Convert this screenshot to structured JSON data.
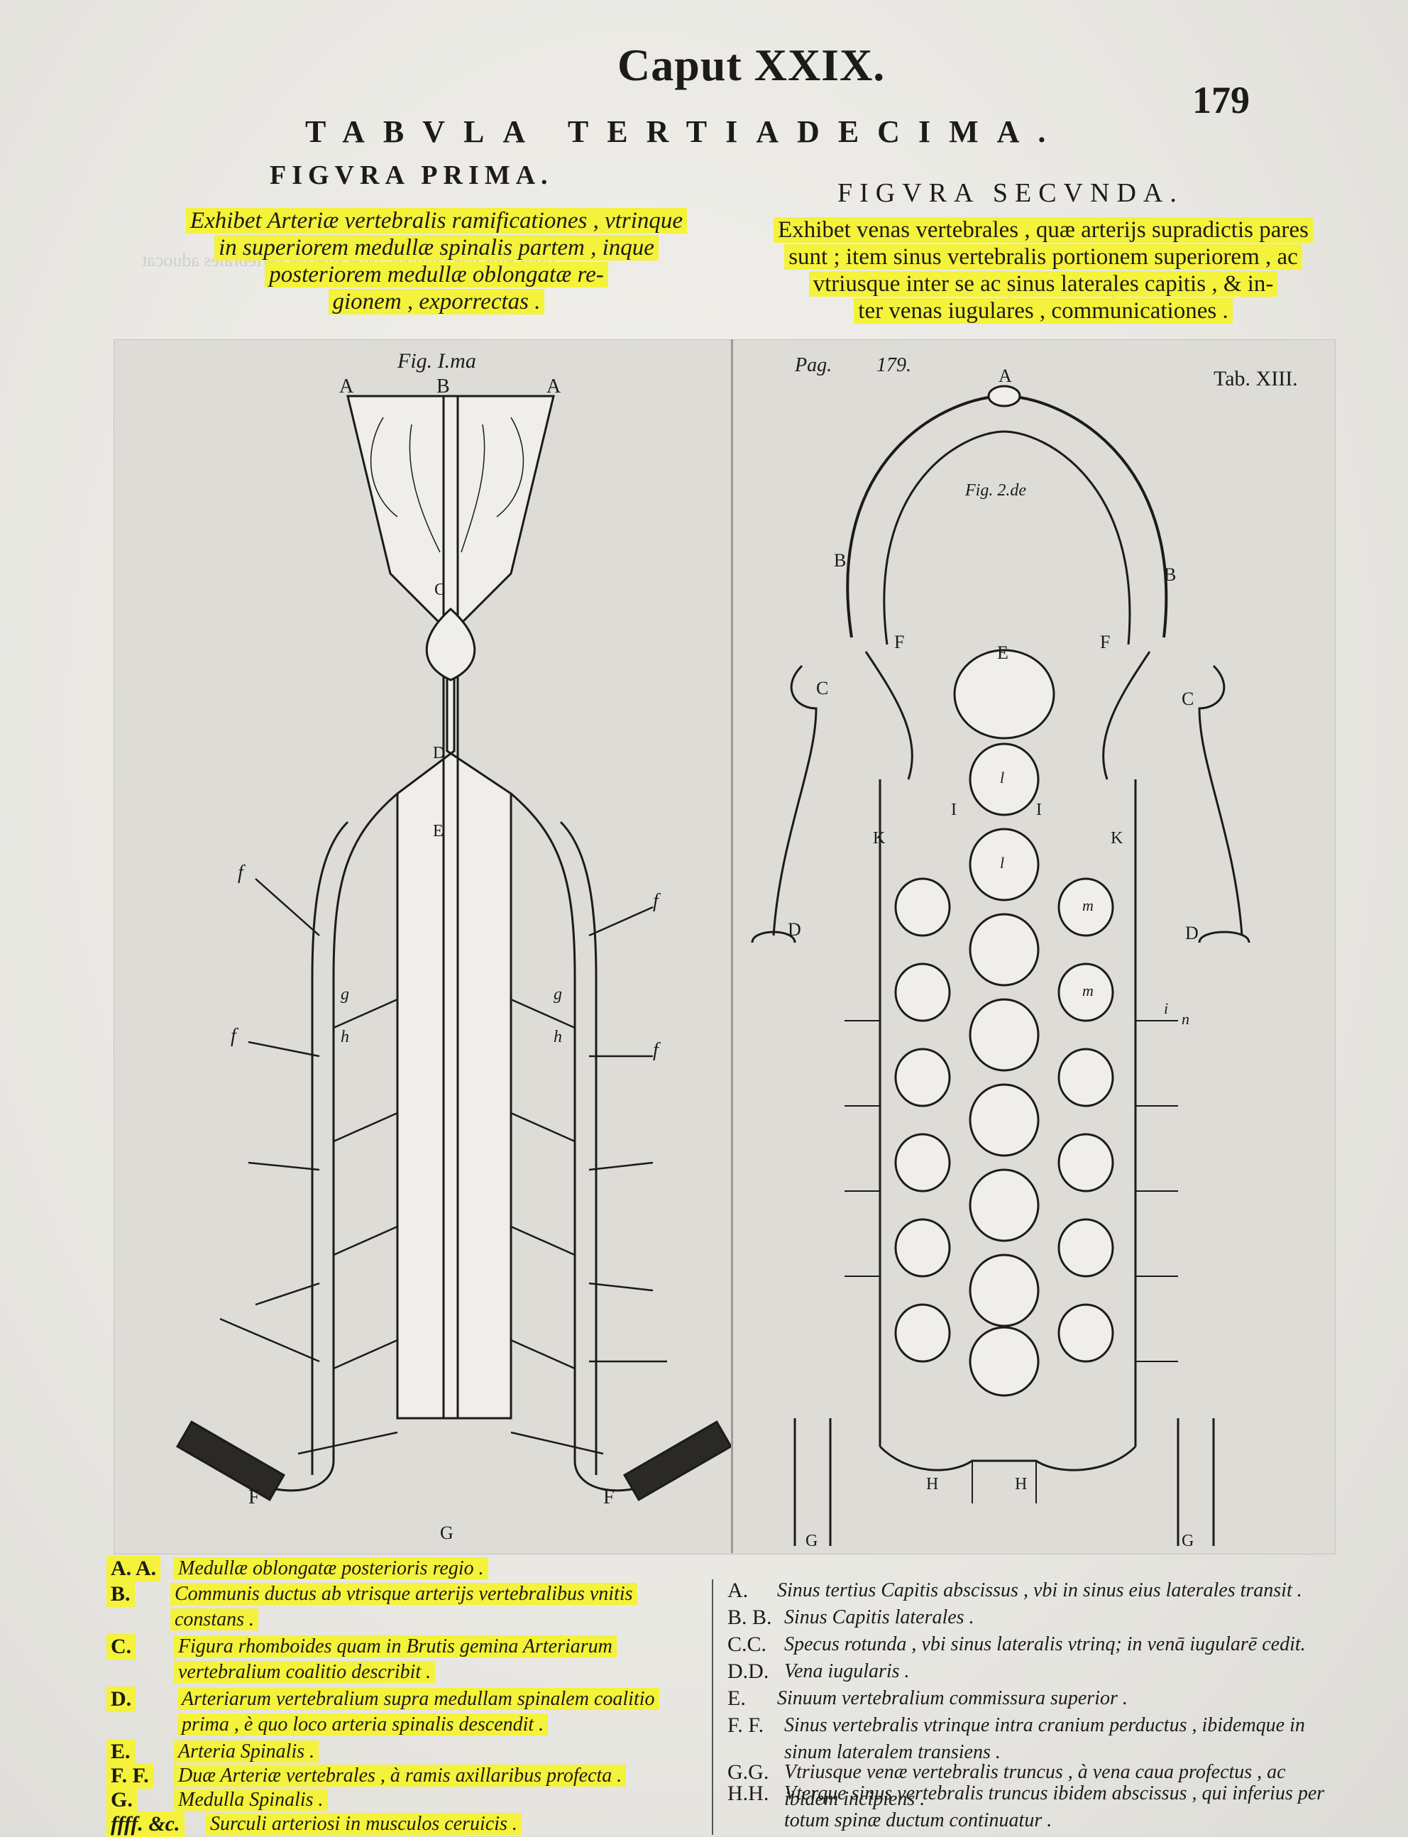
{
  "header": {
    "caput": "Caput XXIX.",
    "page_number": "179",
    "tabula": "TABVLA TERTIADECIMA.",
    "figura_prima": "FIGVRA PRIMA.",
    "figura_secunda": "FIGVRA SECVNDA."
  },
  "caption1": [
    "Exhibet Arteriæ vertebralis ramificationes , vtrinque",
    "in superiorem medullæ spinalis partem , inque",
    "posteriorem medullæ oblongatæ re-",
    "gionem , exporrectas ."
  ],
  "caption2": [
    "Exhibet venas vertebrales , quæ arterijs supradictis pares",
    "sunt ; item sinus vertebralis portionem superiorem , ac",
    "vtriusque inter se ac sinus laterales capitis , & in-",
    "ter venas iugulares , communicationes ."
  ],
  "figure1": {
    "title": "Fig. I.ma",
    "labels": {
      "A": "A",
      "B": "B",
      "C": "C",
      "D": "D",
      "E": "E",
      "F": "F",
      "G": "G",
      "f": "f",
      "g": "g",
      "h": "h"
    }
  },
  "figure2": {
    "pag": "Pag.",
    "pag_num": "179.",
    "title": "Fig. 2.de",
    "tab": "Tab. XIII.",
    "labels": {
      "A": "A",
      "B": "B",
      "C": "C",
      "D": "D",
      "E": "E",
      "F": "F",
      "G": "G",
      "H": "H",
      "I": "I",
      "K": "K",
      "l": "l",
      "m": "m",
      "n": "n",
      "i": "i"
    }
  },
  "legend_left": [
    {
      "key": "A. A.",
      "text": "Medullæ oblongatæ posterioris regio ."
    },
    {
      "key": "B.",
      "text": "Communis ductus ab vtrisque arterijs vertebralibus vnitis constans ."
    },
    {
      "key": "C.",
      "text": "Figura rhomboides quam in Brutis gemina Arteriarum vertebralium coalitio describit ."
    },
    {
      "key": "D.",
      "text": "Arteriarum vertebralium supra medullam spinalem coalitio prima , è quo loco arteria spinalis descendit ."
    },
    {
      "key": "E.",
      "text": "Arteria Spinalis ."
    },
    {
      "key": "F. F.",
      "text": "Duæ Arteriæ vertebrales , à ramis axillaribus profecta ."
    },
    {
      "key": "G.",
      "text": "Medulla Spinalis ."
    },
    {
      "key": "ffff. &c.",
      "text": "Surculi arteriosi in musculos ceruicis ."
    }
  ],
  "legend_right": [
    {
      "key": "A.",
      "text": "Sinus tertius Capitis abscissus , vbi in sinus eius laterales transit ."
    },
    {
      "key": "B. B.",
      "text": "Sinus Capitis laterales ."
    },
    {
      "key": "C.C.",
      "text": "Specus rotunda , vbi sinus lateralis vtrinq; in venā iugularē cedit."
    },
    {
      "key": "D.D.",
      "text": "Vena iugularis ."
    },
    {
      "key": "E.",
      "text": "Sinuum vertebralium commissura superior ."
    },
    {
      "key": "F. F.",
      "text": "Sinus vertebralis vtrinque intra cranium perductus , ibidemque in sinum lateralem transiens ."
    },
    {
      "key": "G.G.",
      "text": "Vtriusque venæ vertebralis truncus , à vena caua profectus , ac ibidem incipiens ."
    },
    {
      "key": "H.H.",
      "text": "Vterque sinus vertebralis truncus ibidem abscissus , qui inferius per totum spinæ ductum continuatur ."
    }
  ],
  "colors": {
    "highlight": "#f4f23a",
    "ink": "#1c1b19",
    "paper": "#eeede9"
  }
}
